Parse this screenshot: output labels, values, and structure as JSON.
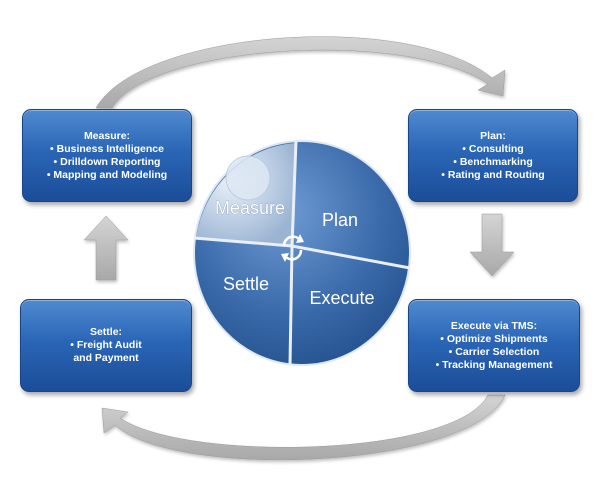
{
  "wheel": {
    "measure_label": "Measure",
    "plan_label": "Plan",
    "settle_label": "Settle",
    "execute_label": "Execute"
  },
  "boxes": {
    "measure": {
      "title": "Measure:",
      "items": [
        "Business Intelligence",
        "Drilldown Reporting",
        "Mapping and Modeling"
      ]
    },
    "plan": {
      "title": "Plan:",
      "items": [
        "Consulting",
        "Benchmarking",
        "Rating and Routing"
      ]
    },
    "settle": {
      "title": "Settle:",
      "items": [
        "Freight Audit",
        "and Payment"
      ]
    },
    "execute": {
      "title": "Execute via TMS:",
      "items": [
        "Optimize Shipments",
        "Carrier Selection",
        "Tracking Management"
      ]
    }
  },
  "colors": {
    "box_fill": "#2a66b6",
    "wheel_dark": "#2d5f9e",
    "wheel_light": "#4f7fbf",
    "arrow_gray": "#b9b9b9"
  },
  "icons": {
    "cycle": "cycle-arrows-icon",
    "arrows": "curved-gray-arrows"
  }
}
